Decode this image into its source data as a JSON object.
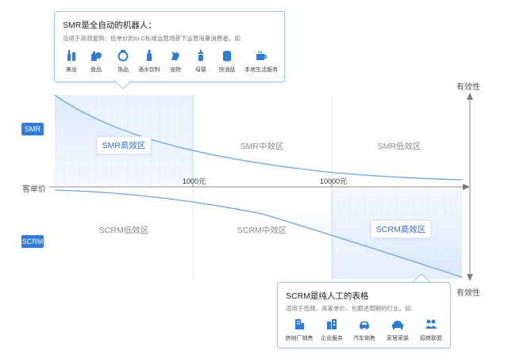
{
  "colors": {
    "accent": "#2f7bd8",
    "highlight_fill": "#e8f1fc",
    "grid_line": "#d3e3f6",
    "border": "#9cc3ee",
    "axis": "#8a8a8a"
  },
  "rows": {
    "smr_badge": "SMR",
    "scrm_badge": "SCRM"
  },
  "axes": {
    "y_label_top": "有效性",
    "y_label_bottom": "有效性",
    "x_label": "客单价",
    "tick_1": "1000元",
    "tick_2": "10000元"
  },
  "zones": {
    "smr_high": "SMR高效区",
    "smr_mid": "SMR中效区",
    "smr_low": "SMR低效区",
    "scrm_low": "SCRM低效区",
    "scrm_mid": "SCRM中效区",
    "scrm_high": "SCRM高效区"
  },
  "smr_callout": {
    "title": "SMR是全自动的机器人：",
    "desc": "适用于高频复购、低单价的to C私域运营场景下运营海量消费者。如:",
    "categories": [
      {
        "label": "美妆",
        "icon": "cosmetics-icon"
      },
      {
        "label": "食品",
        "icon": "food-icon"
      },
      {
        "label": "饰品",
        "icon": "accessory-icon"
      },
      {
        "label": "酒水饮料",
        "icon": "bottle-icon"
      },
      {
        "label": "宠物",
        "icon": "pet-icon"
      },
      {
        "label": "母婴",
        "icon": "baby-bottle-icon"
      },
      {
        "label": "快消品",
        "icon": "consumer-goods-icon"
      },
      {
        "label": "本地生活服务",
        "icon": "coffee-cup-icon"
      }
    ]
  },
  "scrm_callout": {
    "title": "SCRM是纯人工的表格",
    "desc": "适用于低频，高客单价，长跟进周期的行业。如:",
    "categories": [
      {
        "label": "房地厂销售",
        "icon": "building-icon"
      },
      {
        "label": "企业服务",
        "icon": "enterprise-icon"
      },
      {
        "label": "汽车销售",
        "icon": "car-icon"
      },
      {
        "label": "家居家装",
        "icon": "sofa-icon"
      },
      {
        "label": "招商联盟",
        "icon": "alliance-icon"
      }
    ]
  }
}
